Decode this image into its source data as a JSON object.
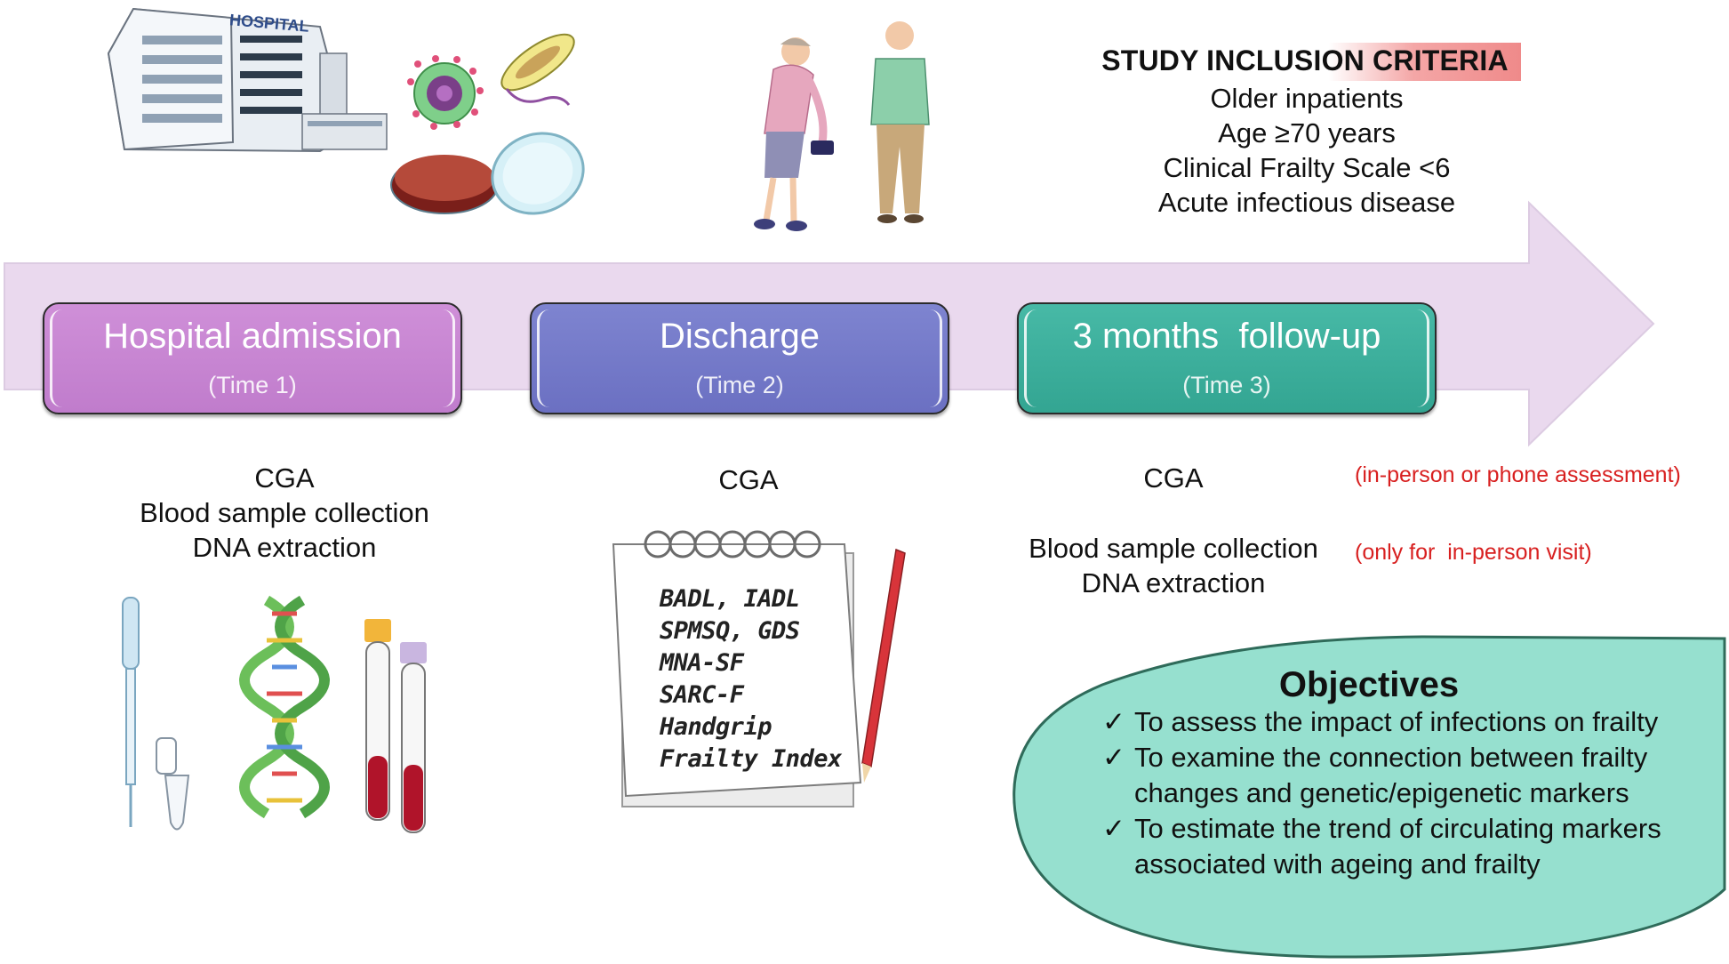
{
  "criteria": {
    "title": "STUDY INCLUSION CRITERIA",
    "lines": [
      "Older inpatients",
      "Age ≥70 years",
      "Clinical Frailty Scale <6",
      "Acute infectious disease"
    ]
  },
  "hospital_sign": "HOSPITAL",
  "phases": [
    {
      "title": "Hospital admission",
      "time": "(Time 1)",
      "color": "#c586d2"
    },
    {
      "title": "Discharge",
      "time": "(Time 2)",
      "color": "#7479c9"
    },
    {
      "title": "3 months  follow-up",
      "time": "(Time 3)",
      "color": "#3dae9b"
    }
  ],
  "time1": {
    "lines": [
      "CGA",
      "Blood sample collection",
      "DNA extraction"
    ]
  },
  "time2": {
    "cga": "CGA"
  },
  "time3": {
    "cga": "CGA",
    "lines": [
      "Blood sample collection",
      "DNA extraction"
    ]
  },
  "notes": {
    "cga_note": "(in-person  or  phone  assessment)",
    "blood_note": "(only for  in-person visit)"
  },
  "notepad": {
    "items": [
      "BADL, IADL",
      "SPMSQ, GDS",
      "MNA-SF",
      "SARC-F",
      "Handgrip",
      "Frailty Index"
    ]
  },
  "objectives": {
    "title": "Objectives",
    "items": [
      "To assess the impact of infections on frailty",
      "To examine the connection between frailty changes and genetic/epigenetic markers",
      "To estimate the trend of circulating markers associated with ageing and frailty"
    ]
  },
  "colors": {
    "arrow": "#ead9ee",
    "objectives_fill": "#96e0cf",
    "accent_red": "#d82020"
  }
}
